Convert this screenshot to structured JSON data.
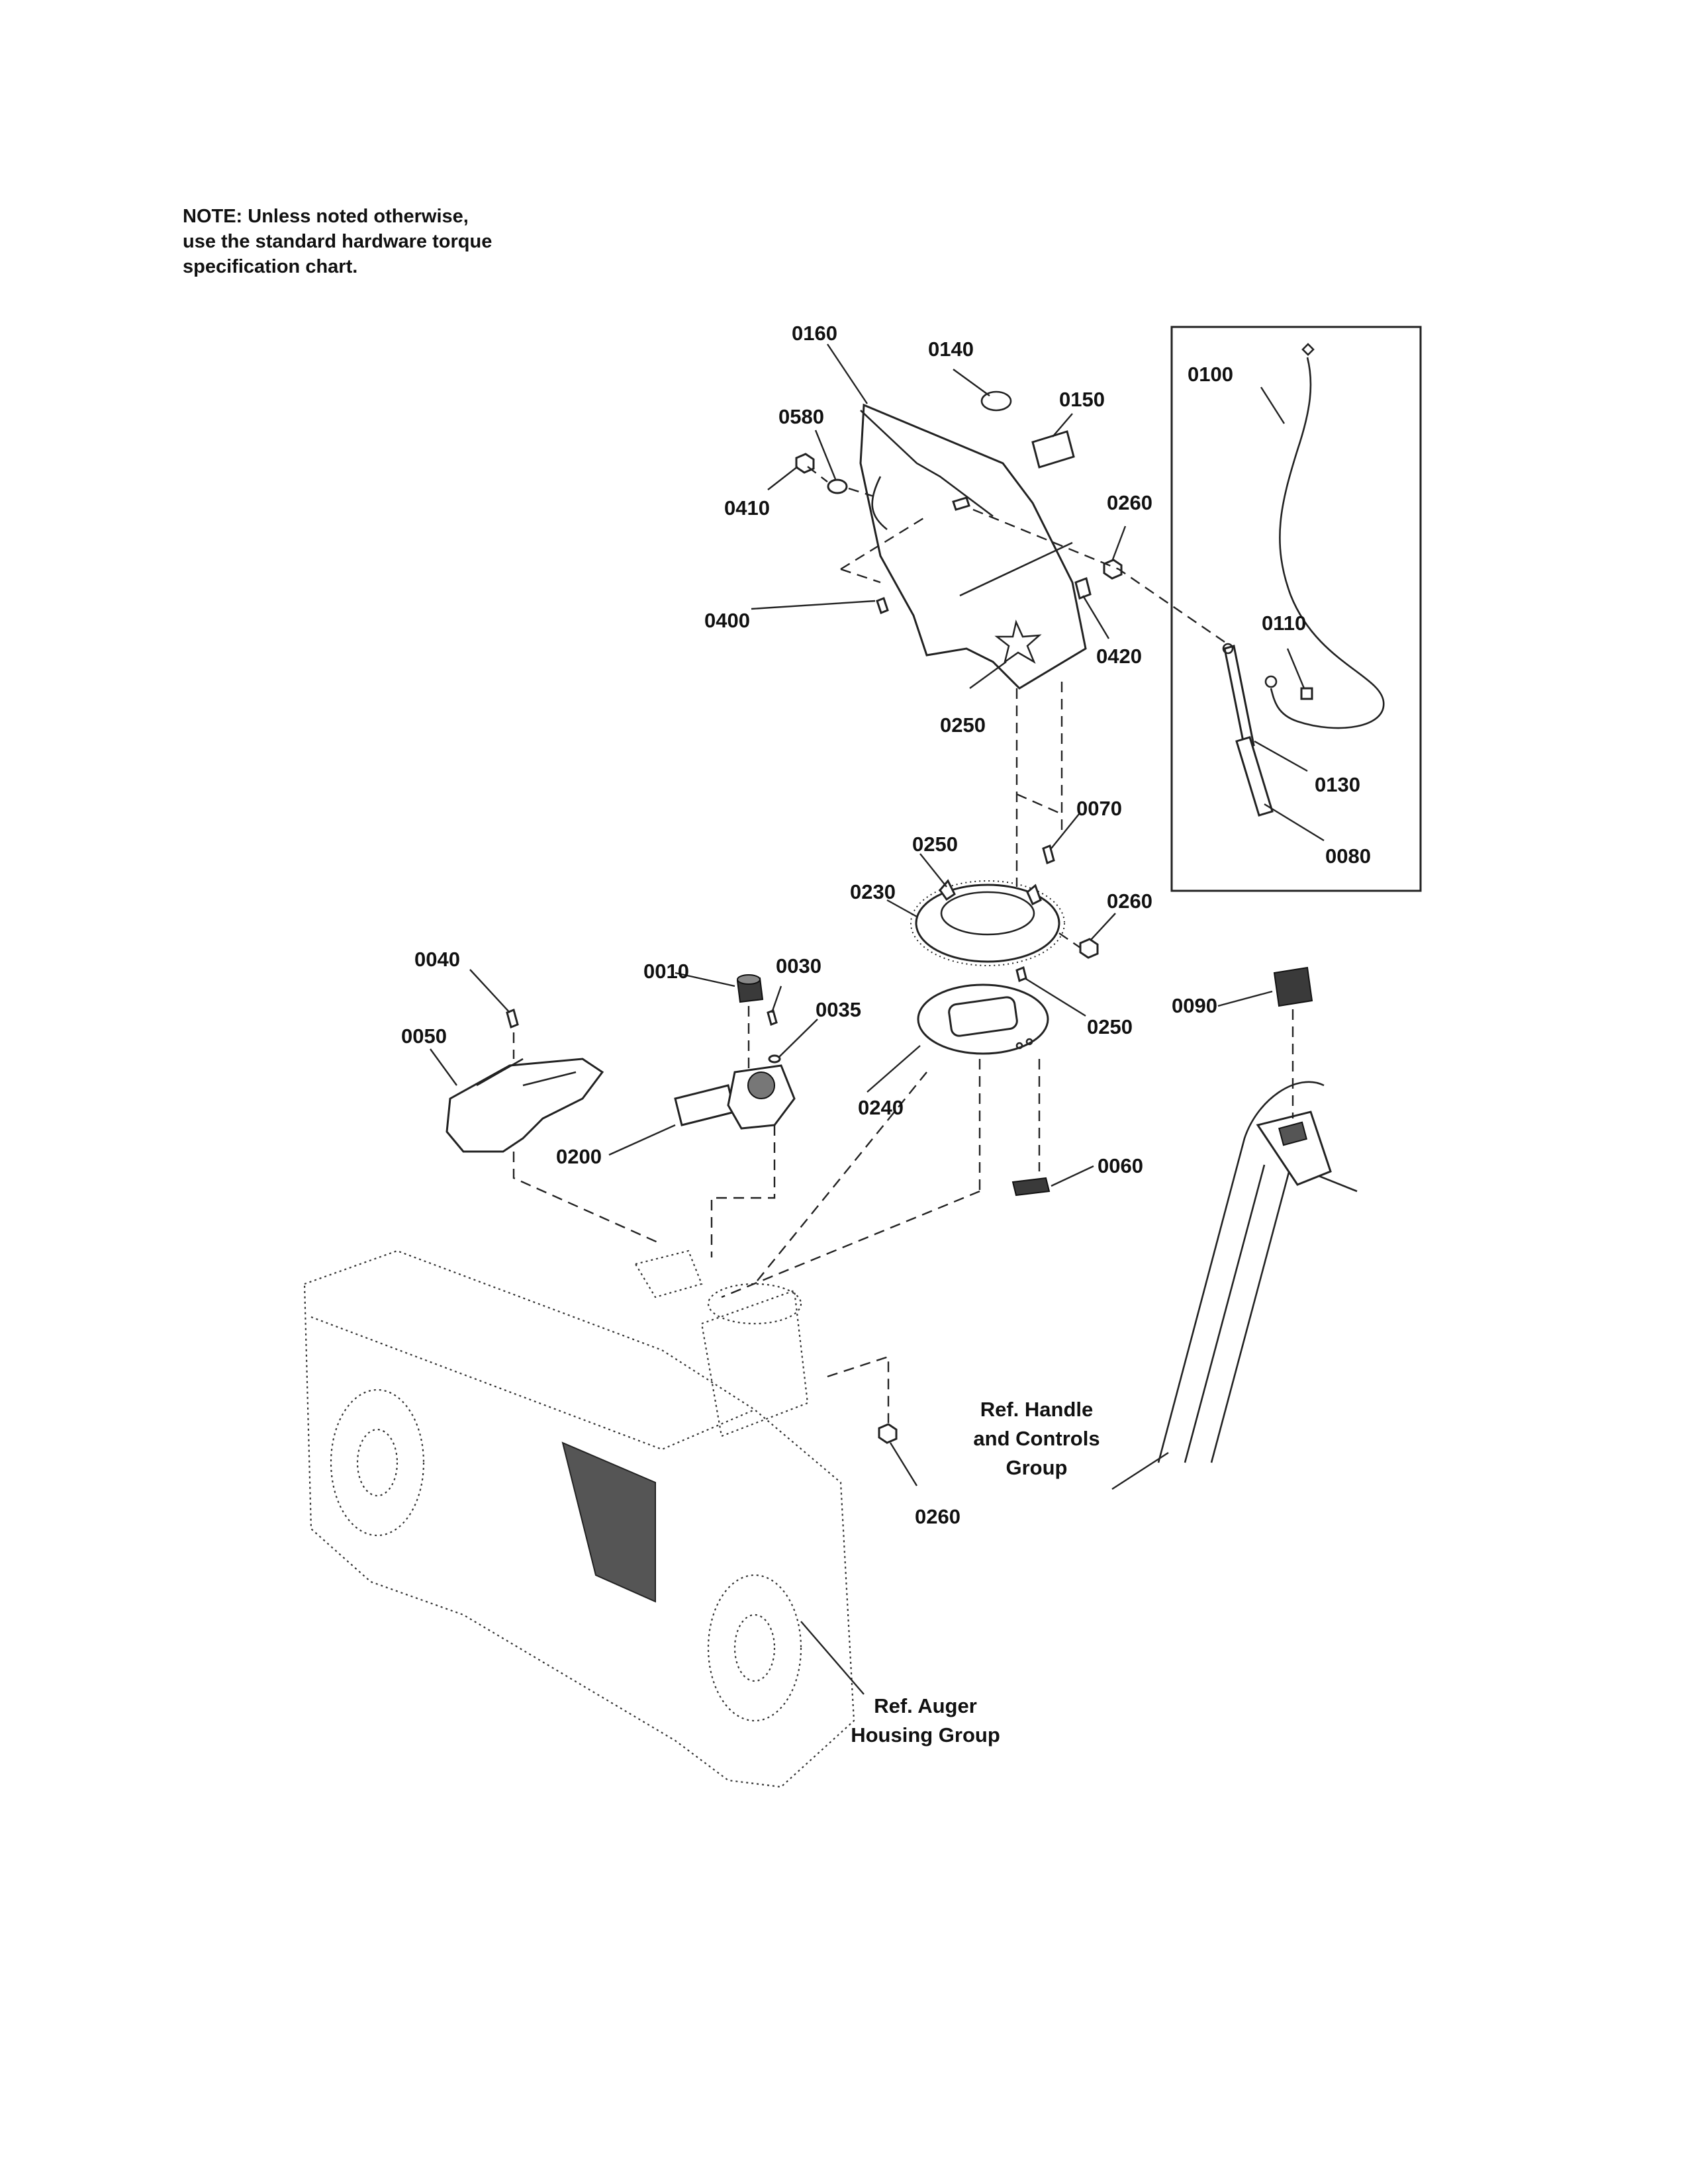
{
  "note": {
    "lines": [
      "NOTE: Unless noted otherwise,",
      "use the standard hardware torque",
      "specification chart."
    ]
  },
  "parts": {
    "p0160": "0160",
    "p0140": "0140",
    "p0150": "0150",
    "p0580": "0580",
    "p0410": "0410",
    "p0260_a": "0260",
    "p0400": "0400",
    "p0420": "0420",
    "p0250_a": "0250",
    "p0100": "0100",
    "p0110": "0110",
    "p0130": "0130",
    "p0080": "0080",
    "p0070": "0070",
    "p0250_b": "0250",
    "p0230": "0230",
    "p0260_b": "0260",
    "p0040": "0040",
    "p0010": "0010",
    "p0030": "0030",
    "p0035": "0035",
    "p0050": "0050",
    "p0250_c": "0250",
    "p0090": "0090",
    "p0240": "0240",
    "p0200": "0200",
    "p0060": "0060",
    "p0260_c": "0260"
  },
  "references": {
    "handle_line1": "Ref. Handle",
    "handle_line2": "and Controls",
    "handle_line3": "Group",
    "auger_line1": "Ref. Auger",
    "auger_line2": "Housing Group"
  }
}
